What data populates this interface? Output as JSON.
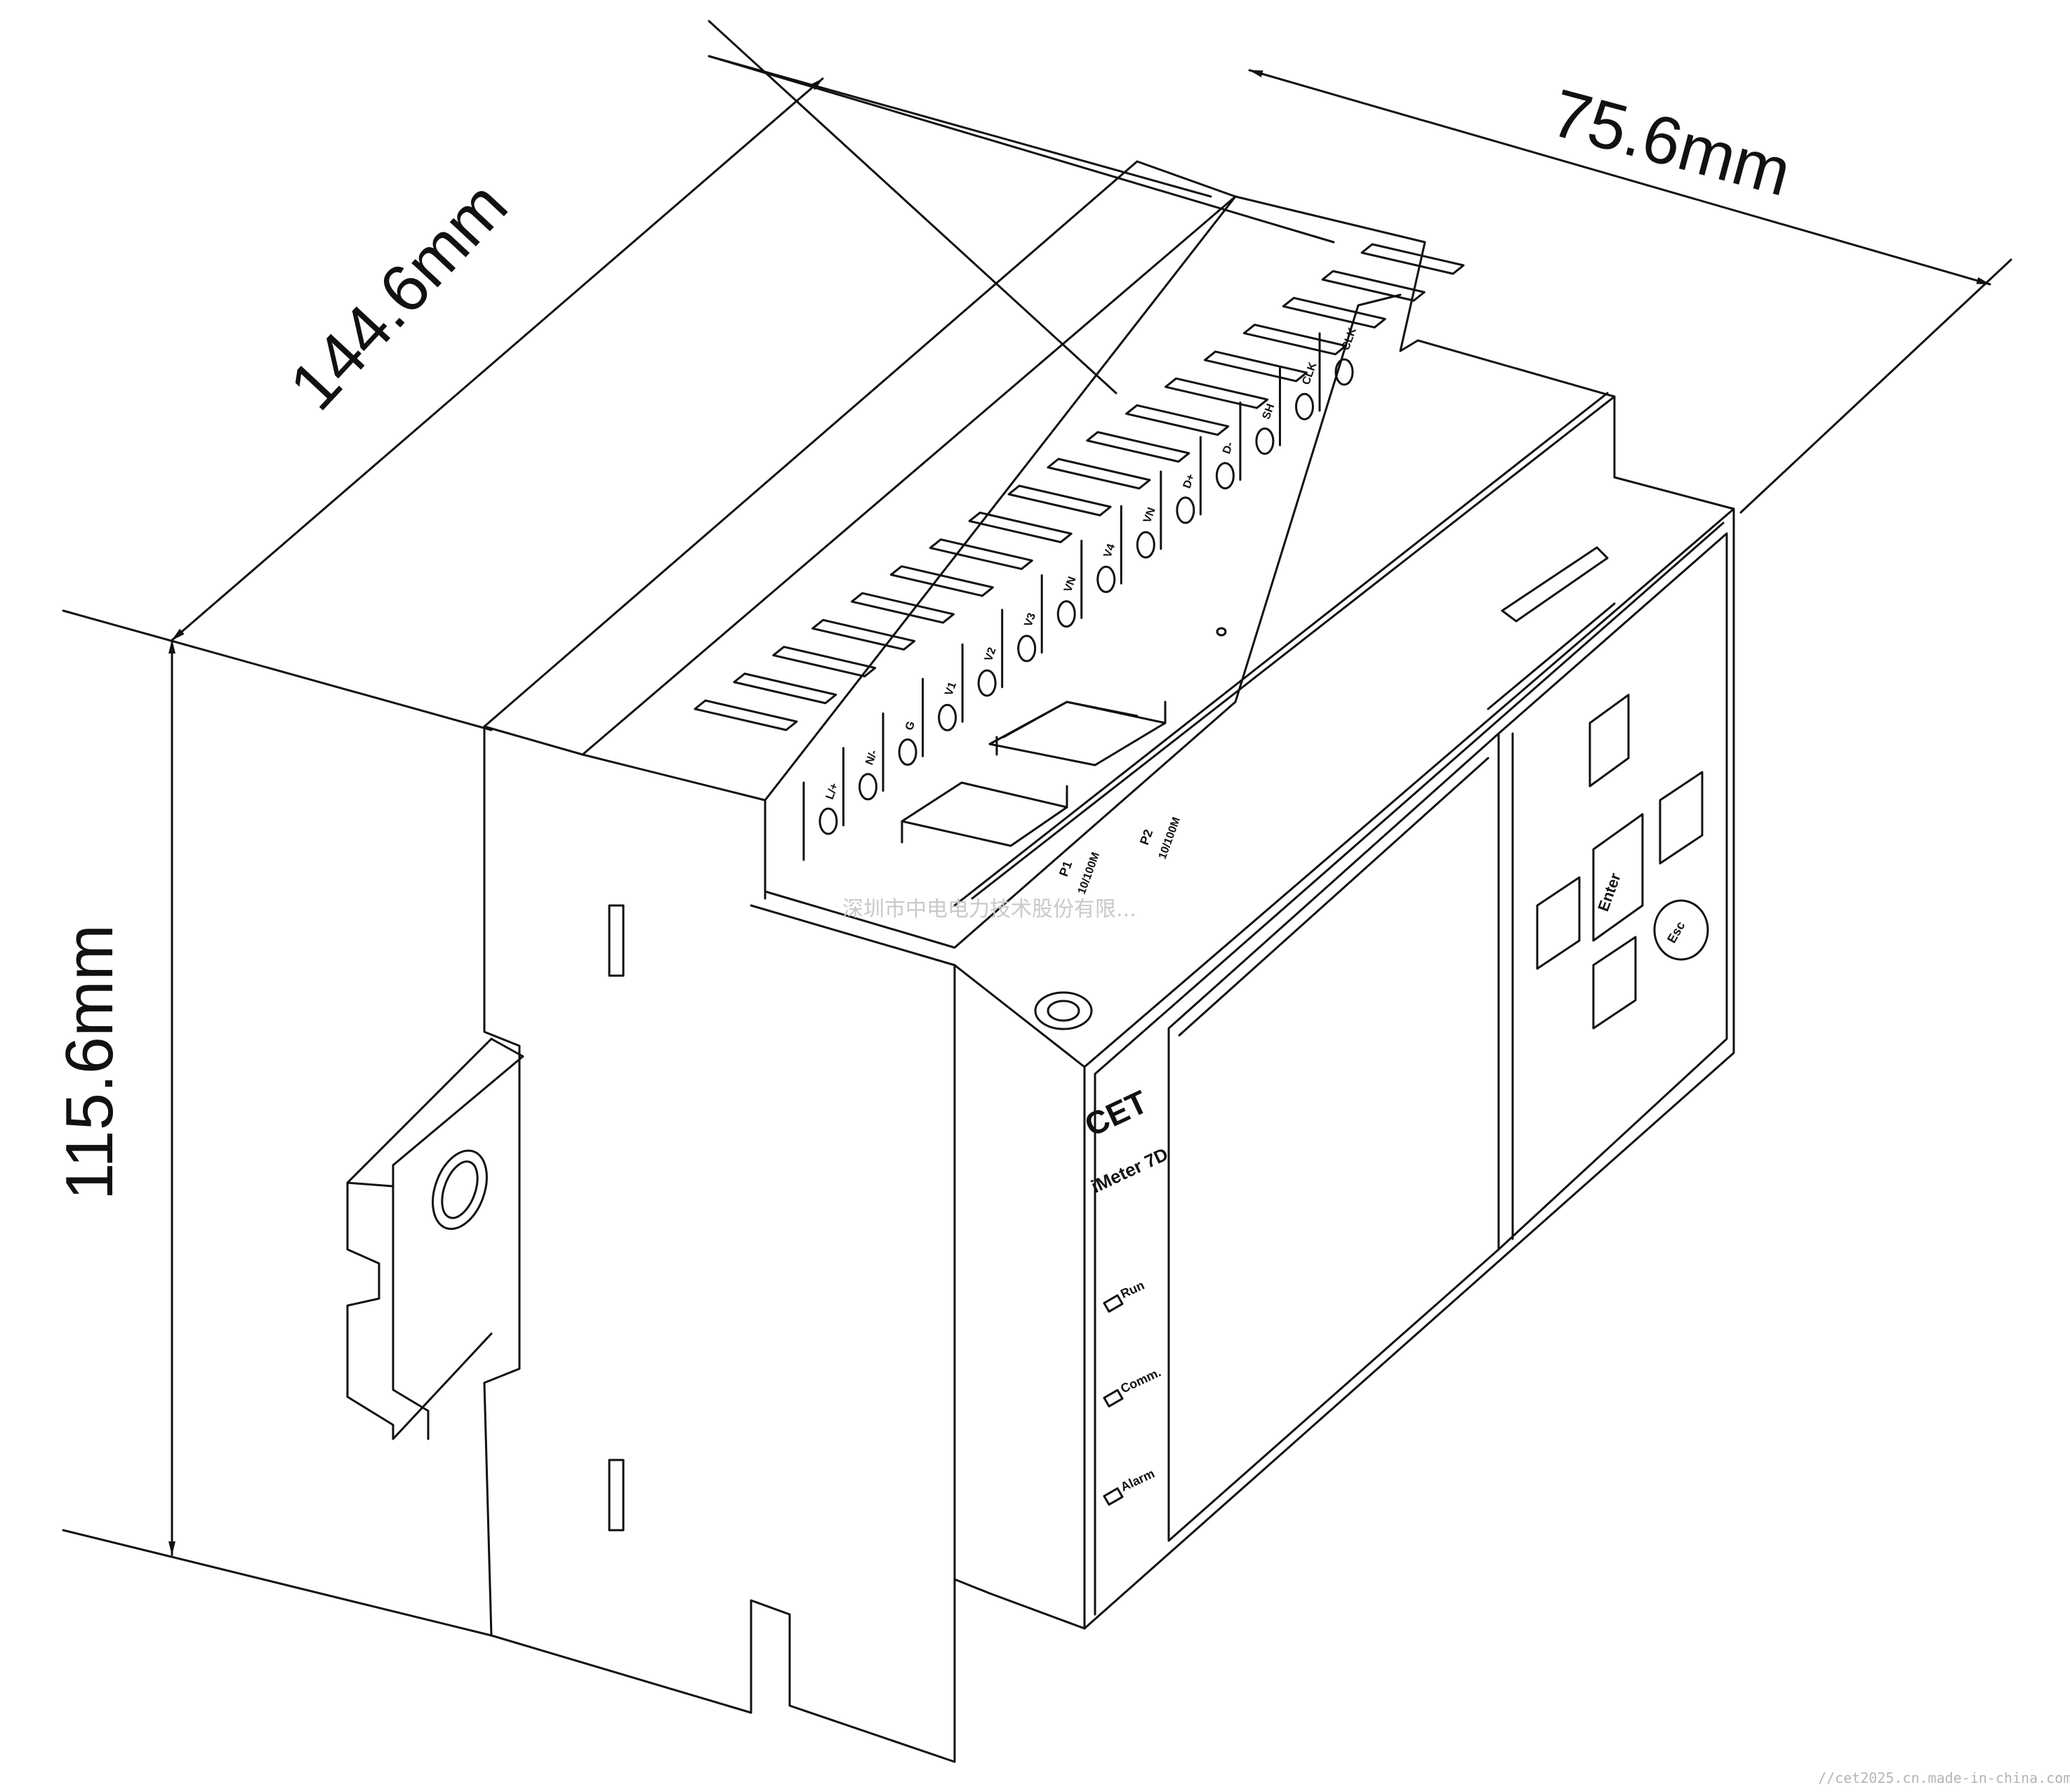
{
  "dimensions": {
    "length": "144.6mm",
    "width": "75.6mm",
    "height": "115.6mm"
  },
  "device": {
    "brand": "CET",
    "model": "iMeter 7D",
    "leds": [
      "Run",
      "Comm.",
      "Alarm"
    ],
    "buttons": {
      "enter": "Enter",
      "esc": "Esc"
    },
    "ports": [
      {
        "name": "P1",
        "speed": "10/100M"
      },
      {
        "name": "P2",
        "speed": "10/100M"
      }
    ],
    "terminal_labels": [
      "L/+",
      "N/-",
      "G",
      "V1",
      "V2",
      "V3",
      "VN",
      "V4",
      "VN",
      "D+",
      "D-",
      "SH",
      "CLK",
      "CLK"
    ]
  },
  "watermark": "深圳市中电电力技术股份有限...",
  "source_watermark": "//cet2025.cn.made-in-china.com",
  "colors": {
    "line": "#111111",
    "background": "#ffffff"
  }
}
